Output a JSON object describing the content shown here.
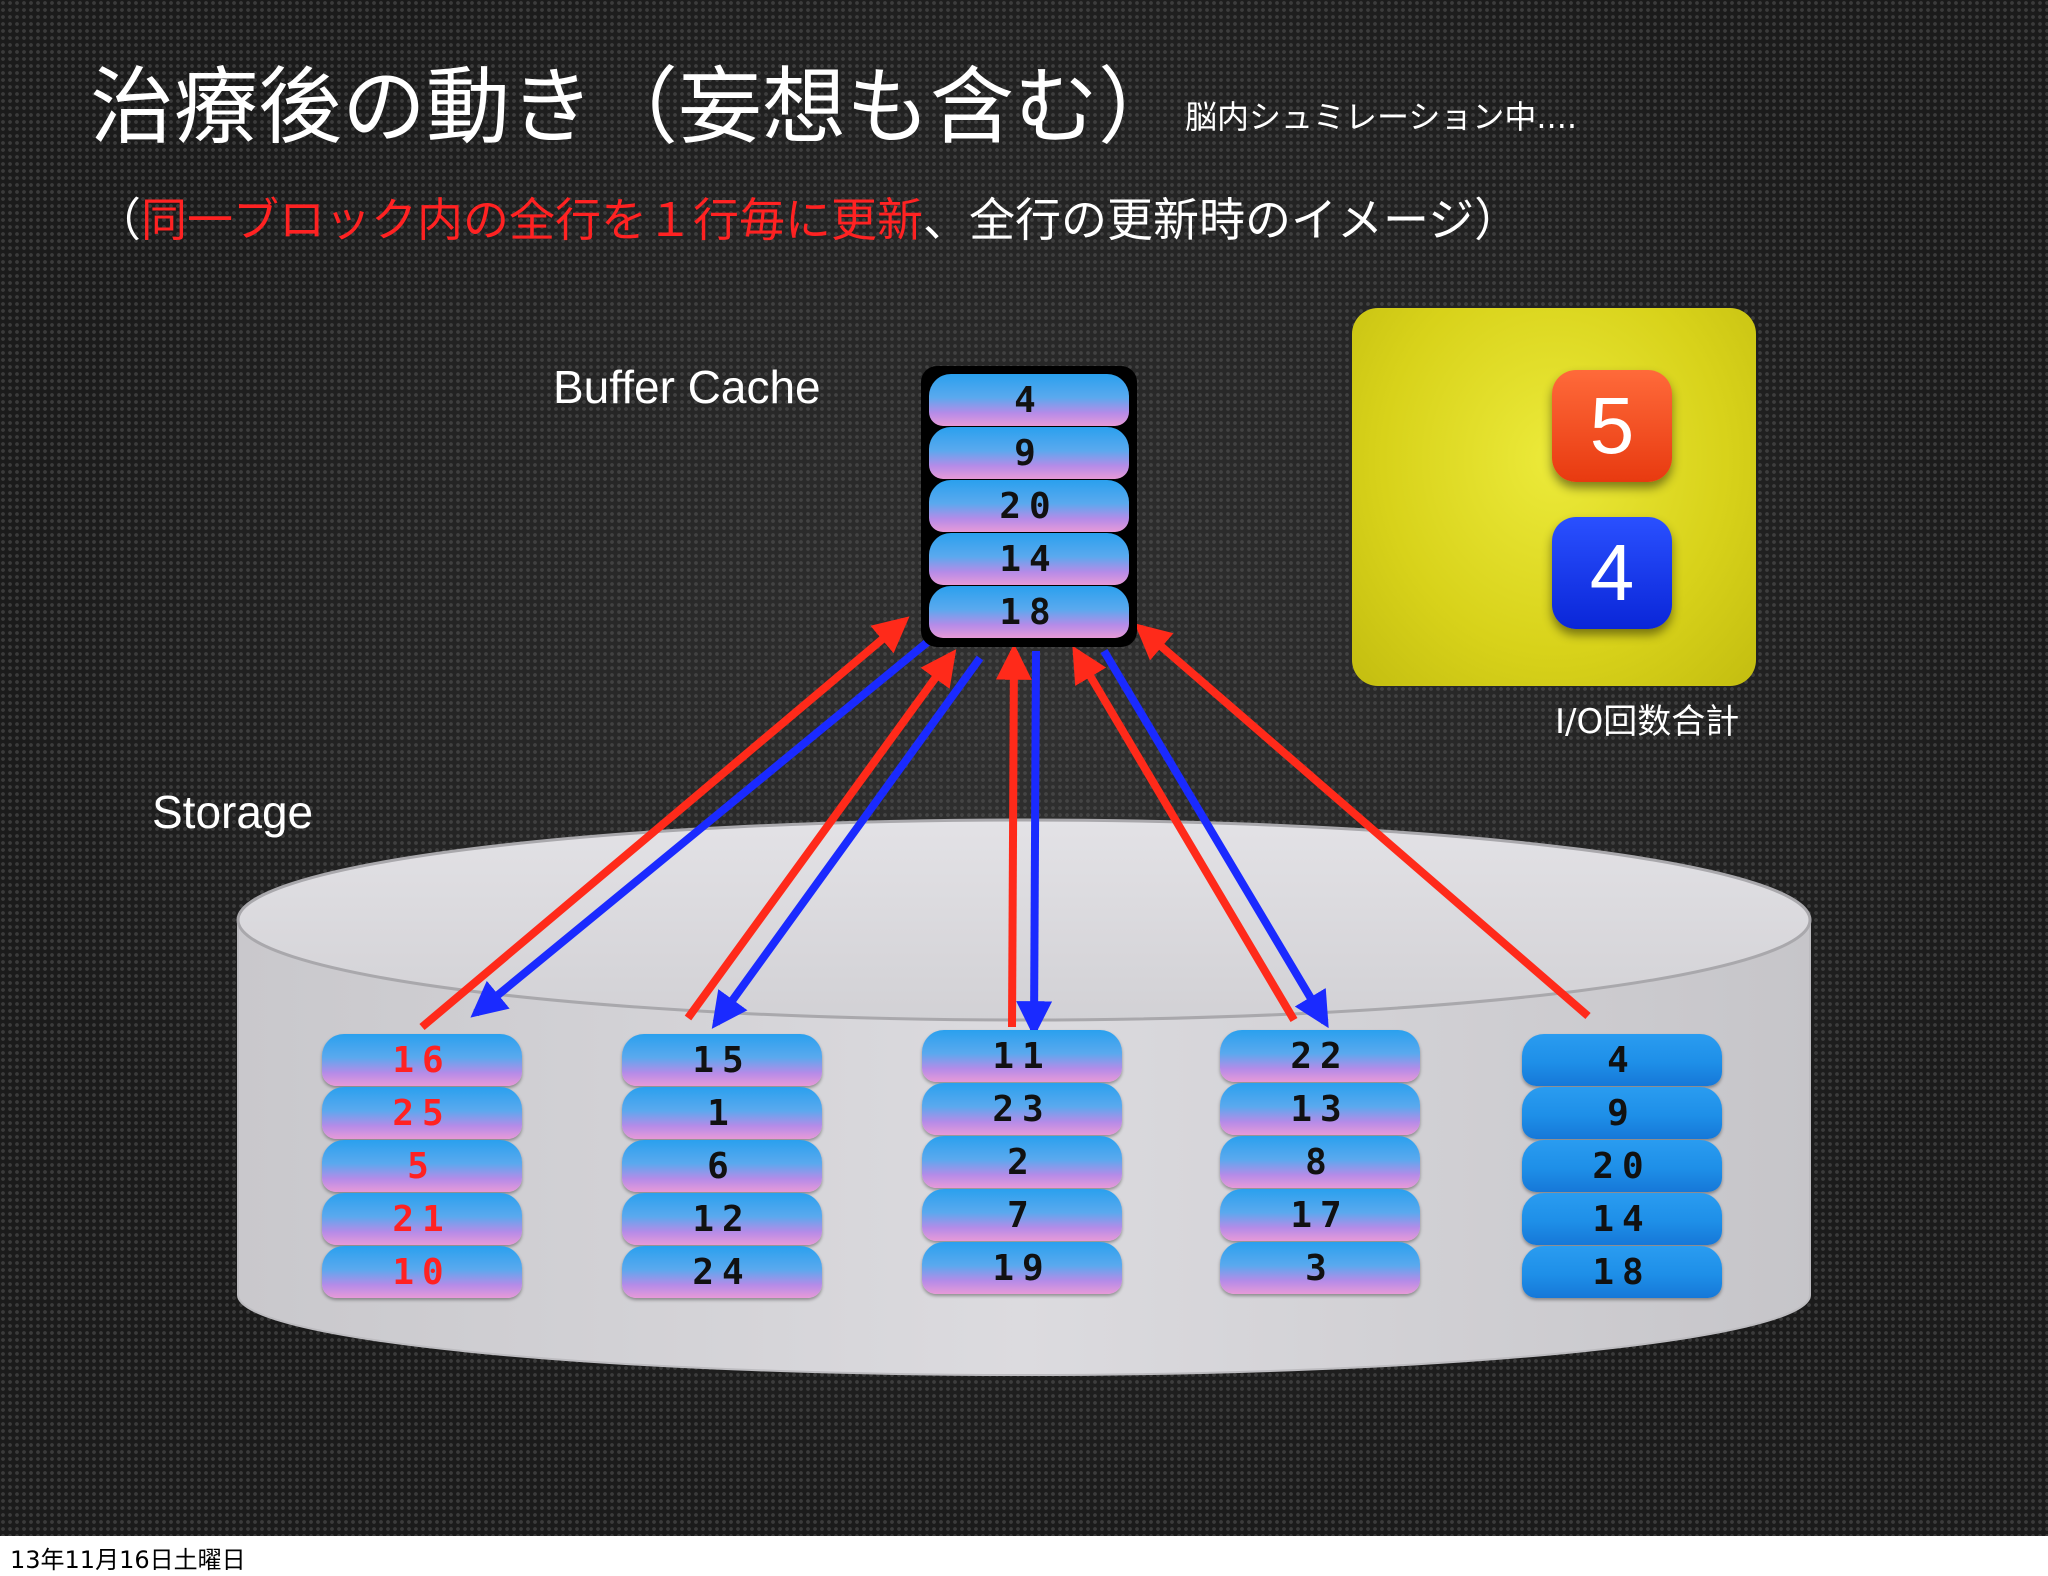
{
  "title": "治療後の動き（妄想も含む）",
  "title_note": "脳内シュミレーション中....",
  "subtitle": {
    "open": "（",
    "highlight": "同一ブロック内の全行を１行毎に更新",
    "rest": "、全行の更新時のイメージ）"
  },
  "buffer_cache": {
    "label": "Buffer Cache",
    "rows": [
      "4",
      "9",
      "20",
      "14",
      "18"
    ]
  },
  "storage": {
    "label": "Storage",
    "blocks": [
      {
        "rows": [
          "16",
          "25",
          "5",
          "21",
          "10"
        ],
        "text_color": "red",
        "style": "gradient"
      },
      {
        "rows": [
          "15",
          "1",
          "6",
          "12",
          "24"
        ],
        "text_color": "black",
        "style": "gradient"
      },
      {
        "rows": [
          "11",
          "23",
          "2",
          "7",
          "19"
        ],
        "text_color": "black",
        "style": "gradient"
      },
      {
        "rows": [
          "22",
          "13",
          "8",
          "17",
          "3"
        ],
        "text_color": "black",
        "style": "gradient"
      },
      {
        "rows": [
          "4",
          "9",
          "20",
          "14",
          "18"
        ],
        "text_color": "black",
        "style": "blue"
      }
    ]
  },
  "io_legend": {
    "write_count": "5",
    "read_count": "4",
    "caption": "I/O回数合計",
    "write_color": "#ff2a1a",
    "read_color": "#1a2aff"
  },
  "footer": "13年11月16日土曜日"
}
